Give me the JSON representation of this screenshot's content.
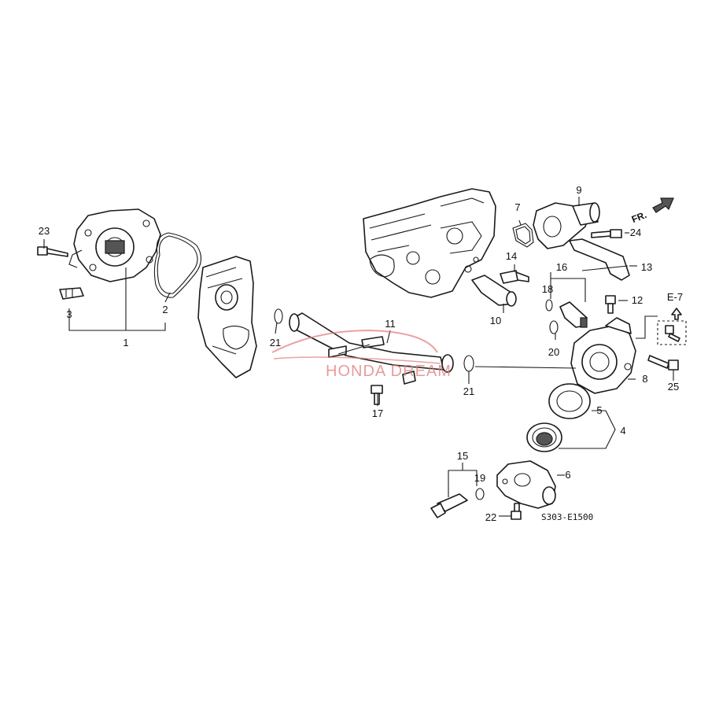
{
  "diagram": {
    "callouts": {
      "c1": "1",
      "c2": "2",
      "c3": "3",
      "c4": "4",
      "c5": "5",
      "c6": "6",
      "c7": "7",
      "c8": "8",
      "c9": "9",
      "c10": "10",
      "c11": "11",
      "c12": "12",
      "c13": "13",
      "c14": "14",
      "c15": "15",
      "c16": "16",
      "c17": "17",
      "c18": "18",
      "c19": "19",
      "c20": "20",
      "c21a": "21",
      "c21b": "21",
      "c22": "22",
      "c23": "23",
      "c24": "24",
      "c25": "25"
    },
    "reference": "E-7",
    "direction_label": "FR.",
    "diagram_code": "S303-E1500",
    "watermark": "HONDA DREAM",
    "colors": {
      "line": "#1a1a1a",
      "watermark": "#e07a7a",
      "background": "#ffffff"
    }
  }
}
